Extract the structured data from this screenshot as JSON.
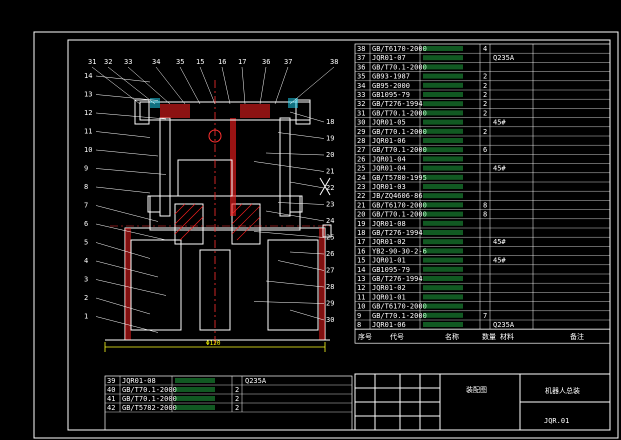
{
  "drawing": {
    "width_dim": "Φ120",
    "left_leaders": [
      "14",
      "13",
      "12",
      "11",
      "10",
      "9",
      "8",
      "7",
      "6",
      "5",
      "4",
      "3",
      "2",
      "1"
    ],
    "top_leaders": [
      "31",
      "32",
      "33",
      "34",
      "35",
      "15",
      "16",
      "17",
      "36",
      "37",
      "38"
    ],
    "right_leaders": [
      "18",
      "19",
      "20",
      "21",
      "22",
      "23",
      "24",
      "25",
      "26",
      "27",
      "28",
      "29",
      "30"
    ]
  },
  "parts_list": {
    "rows": [
      {
        "no": "38",
        "code": "GB/T6170-2000",
        "name": "",
        "qty": "4",
        "mat": ""
      },
      {
        "no": "37",
        "code": "JQR01-07",
        "name": "",
        "qty": "",
        "mat": "Q235A"
      },
      {
        "no": "36",
        "code": "GB/T70.1-2000",
        "name": "",
        "qty": "",
        "mat": ""
      },
      {
        "no": "35",
        "code": "GB93-1987",
        "name": "",
        "qty": "2",
        "mat": ""
      },
      {
        "no": "34",
        "code": "GB95-2000",
        "name": "",
        "qty": "2",
        "mat": ""
      },
      {
        "no": "33",
        "code": "GB1095-79",
        "name": "",
        "qty": "2",
        "mat": ""
      },
      {
        "no": "32",
        "code": "GB/T276-1994",
        "name": "",
        "qty": "2",
        "mat": ""
      },
      {
        "no": "31",
        "code": "GB/T70.1-2000",
        "name": "",
        "qty": "2",
        "mat": ""
      },
      {
        "no": "30",
        "code": "JQR01-05",
        "name": "",
        "qty": "",
        "mat": "45#"
      },
      {
        "no": "29",
        "code": "GB/T70.1-2000",
        "name": "",
        "qty": "2",
        "mat": ""
      },
      {
        "no": "28",
        "code": "JQR01-06",
        "name": "",
        "qty": "",
        "mat": ""
      },
      {
        "no": "27",
        "code": "GB/T70.1-2000",
        "name": "",
        "qty": "6",
        "mat": ""
      },
      {
        "no": "26",
        "code": "JQR01-04",
        "name": "",
        "qty": "",
        "mat": ""
      },
      {
        "no": "25",
        "code": "JQR01-04",
        "name": "",
        "qty": "",
        "mat": "45#"
      },
      {
        "no": "24",
        "code": "GB/T5780-1995",
        "name": "",
        "qty": "",
        "mat": ""
      },
      {
        "no": "23",
        "code": "JQR01-03",
        "name": "",
        "qty": "",
        "mat": ""
      },
      {
        "no": "22",
        "code": "JB/ZQ4606-86",
        "name": "",
        "qty": "",
        "mat": ""
      },
      {
        "no": "21",
        "code": "GB/T6170-2000",
        "name": "",
        "qty": "8",
        "mat": ""
      },
      {
        "no": "20",
        "code": "GB/T70.1-2000",
        "name": "",
        "qty": "8",
        "mat": ""
      },
      {
        "no": "19",
        "code": "JQR01-08",
        "name": "",
        "qty": "",
        "mat": ""
      },
      {
        "no": "18",
        "code": "GB/T276-1994",
        "name": "",
        "qty": "",
        "mat": ""
      },
      {
        "no": "17",
        "code": "JQR01-02",
        "name": "",
        "qty": "",
        "mat": "45#"
      },
      {
        "no": "16",
        "code": "YB2-90-30-2-6",
        "name": "",
        "qty": "",
        "mat": ""
      },
      {
        "no": "15",
        "code": "JQR01-01",
        "name": "",
        "qty": "",
        "mat": "45#"
      },
      {
        "no": "14",
        "code": "GB1095-79",
        "name": "",
        "qty": "",
        "mat": ""
      },
      {
        "no": "13",
        "code": "GB/T276-1994",
        "name": "",
        "qty": "",
        "mat": ""
      },
      {
        "no": "12",
        "code": "JQR01-02",
        "name": "",
        "qty": "",
        "mat": ""
      },
      {
        "no": "11",
        "code": "JQR01-01",
        "name": "",
        "qty": "",
        "mat": ""
      },
      {
        "no": "10",
        "code": "GB/T6170-2000",
        "name": "",
        "qty": "",
        "mat": ""
      },
      {
        "no": "9",
        "code": "GB/T70.1-2000",
        "name": "",
        "qty": "7",
        "mat": ""
      },
      {
        "no": "8",
        "code": "JQR01-06",
        "name": "",
        "qty": "",
        "mat": "Q235A"
      }
    ],
    "footer_headers": [
      "序号",
      "代号",
      "名称",
      "数量",
      "材料",
      "备注"
    ]
  },
  "lower_list": {
    "rows": [
      {
        "no": "39",
        "code": "JQR01-08",
        "name": "",
        "qty": "",
        "mat": "Q235A"
      },
      {
        "no": "40",
        "code": "GB/T70.1-2000",
        "name": "",
        "qty": "2",
        "mat": ""
      },
      {
        "no": "41",
        "code": "GB/T70.1-2000",
        "name": "",
        "qty": "2",
        "mat": ""
      },
      {
        "no": "42",
        "code": "GB/T5782-2000",
        "name": "",
        "qty": "2",
        "mat": ""
      }
    ]
  },
  "title_block": {
    "drawing_no": "JQR.01",
    "assembly_name": "机器人总装",
    "company_label": "装配图"
  },
  "colors": {
    "frame": "#ffffff",
    "part": "#ffffff",
    "hatch": "#ff2020",
    "center": "#ff3030",
    "green": "#30ff60",
    "yellow": "#ffff20",
    "cyan": "#20e0ff"
  }
}
